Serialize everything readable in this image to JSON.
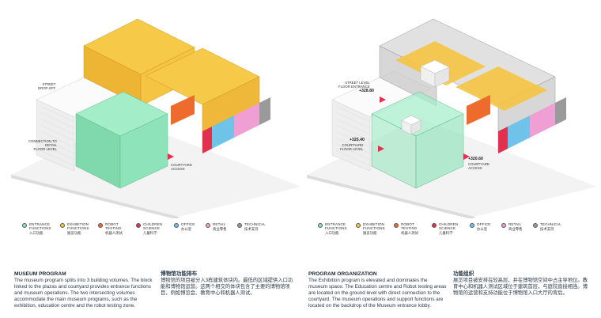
{
  "legend": [
    {
      "en": "ENTRANCE\nFUNCTIONS",
      "zh": "入口功能",
      "color": "#8fe3ba"
    },
    {
      "en": "EXHIBITION\nFUNCTIONS",
      "zh": "展览功能",
      "color": "#f5c443"
    },
    {
      "en": "ROBOT\nTESTING",
      "zh": "机器人测试",
      "color": "#ec6b2d"
    },
    {
      "en": "CHILDREN\nSCIENCE",
      "zh": "儿童科学",
      "color": "#e0314f"
    },
    {
      "en": "OFFICE",
      "zh": "办公室",
      "color": "#6fc3e8"
    },
    {
      "en": "RETAIL",
      "zh": "商业零售",
      "color": "#ef9fd3"
    },
    {
      "en": "TECHNICAL",
      "zh": "技术支持",
      "color": "#9a9a9a"
    }
  ],
  "left_labels": {
    "street": "STREET\nDROP-OFF",
    "connection": "CONNECTION TO\nRETAIL\nFLOOR LEVEL",
    "courtyard": "COURTYARD\nACCESS"
  },
  "right_labels": {
    "street_level": "STREET LEVEL\nFLOOR ENTRANCE",
    "elev_top": "+328.80",
    "courtyard_level": "COURTYARD\nFLOOR LEVEL",
    "elev_mid": "+325.40",
    "elev_bottom": "+320.60",
    "access": "COURTYARD\nACCESS"
  },
  "text": {
    "museum_program": {
      "title": "MUSEUM PROGRAM",
      "body": "The museum program splits into 3 building volumes. The block linked to the plazas and courtyard provides entrance functions and museum operations. The two intersecting volumes accommodate the main museum programs, such as the exhibition, education centre and the robot testing zone."
    },
    "museum_program_zh": {
      "title": "博物馆功能排布",
      "body": "博物馆的项目被分入3栋建筑体块内。最低的区域提供入口功能和博物馆运营。这两个相交的体块包含了主要的博物馆项目，例如博览会、教育中心和机器人测试。"
    },
    "program_organization": {
      "title": "PROGRAM ORGANIZATION",
      "body": "The Exhibition program is elevated and dominates the museum space. The Education centre and Robot testing areas are located on the ground level with direct connection to the courtyard. The museum operations and support functions are located on the backdrop of the Museum entrance lobby."
    },
    "program_organization_zh": {
      "title": "功能组织",
      "body": "展览项目被安排在较高层，并在博物馆空间中占主导地位。教育中心和机器人测试区域位于建筑首层，与庭院直接相连。博物馆的运营和支持功能位于博物馆入口大厅的背后。"
    }
  }
}
